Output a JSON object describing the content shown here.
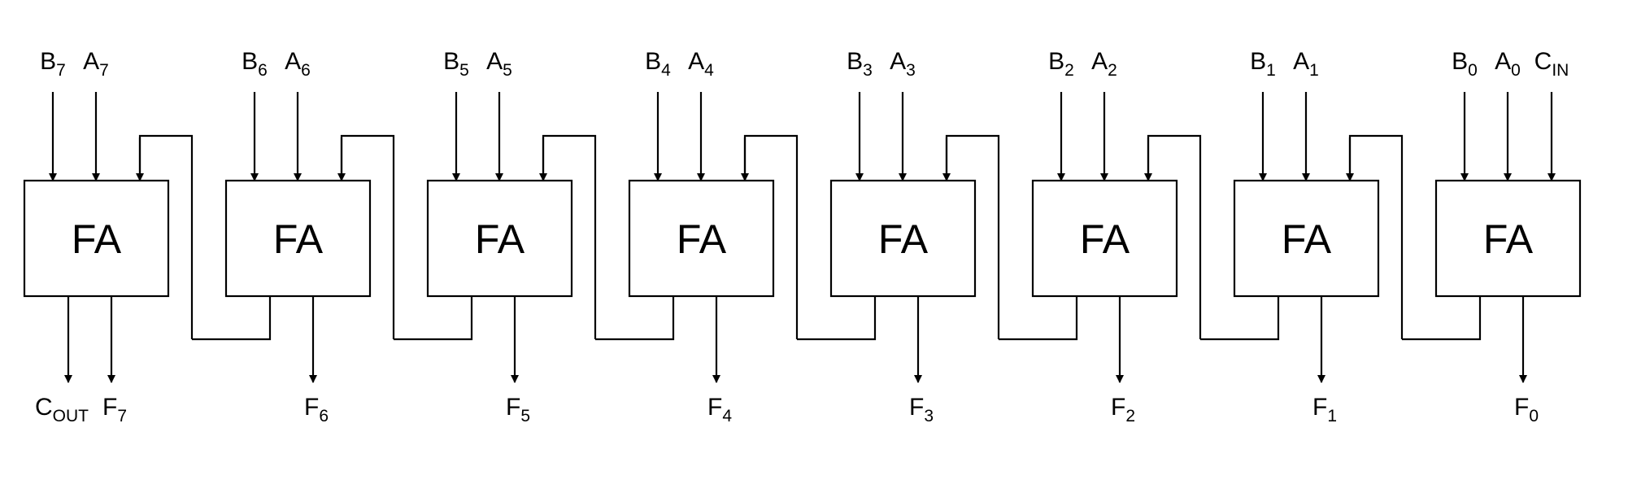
{
  "adder": {
    "cells": [
      {
        "label": "FA",
        "b": "B",
        "b_sub": "7",
        "a": "A",
        "a_sub": "7",
        "f": "F",
        "f_sub": "7",
        "cout": "C",
        "cout_sub": "OUT"
      },
      {
        "label": "FA",
        "b": "B",
        "b_sub": "6",
        "a": "A",
        "a_sub": "6",
        "f": "F",
        "f_sub": "6"
      },
      {
        "label": "FA",
        "b": "B",
        "b_sub": "5",
        "a": "A",
        "a_sub": "5",
        "f": "F",
        "f_sub": "5"
      },
      {
        "label": "FA",
        "b": "B",
        "b_sub": "4",
        "a": "A",
        "a_sub": "4",
        "f": "F",
        "f_sub": "4"
      },
      {
        "label": "FA",
        "b": "B",
        "b_sub": "3",
        "a": "A",
        "a_sub": "3",
        "f": "F",
        "f_sub": "3"
      },
      {
        "label": "FA",
        "b": "B",
        "b_sub": "2",
        "a": "A",
        "a_sub": "2",
        "f": "F",
        "f_sub": "2"
      },
      {
        "label": "FA",
        "b": "B",
        "b_sub": "1",
        "a": "A",
        "a_sub": "1",
        "f": "F",
        "f_sub": "1"
      },
      {
        "label": "FA",
        "b": "B",
        "b_sub": "0",
        "a": "A",
        "a_sub": "0",
        "f": "F",
        "f_sub": "0",
        "cin": "C",
        "cin_sub": "IN"
      }
    ]
  }
}
